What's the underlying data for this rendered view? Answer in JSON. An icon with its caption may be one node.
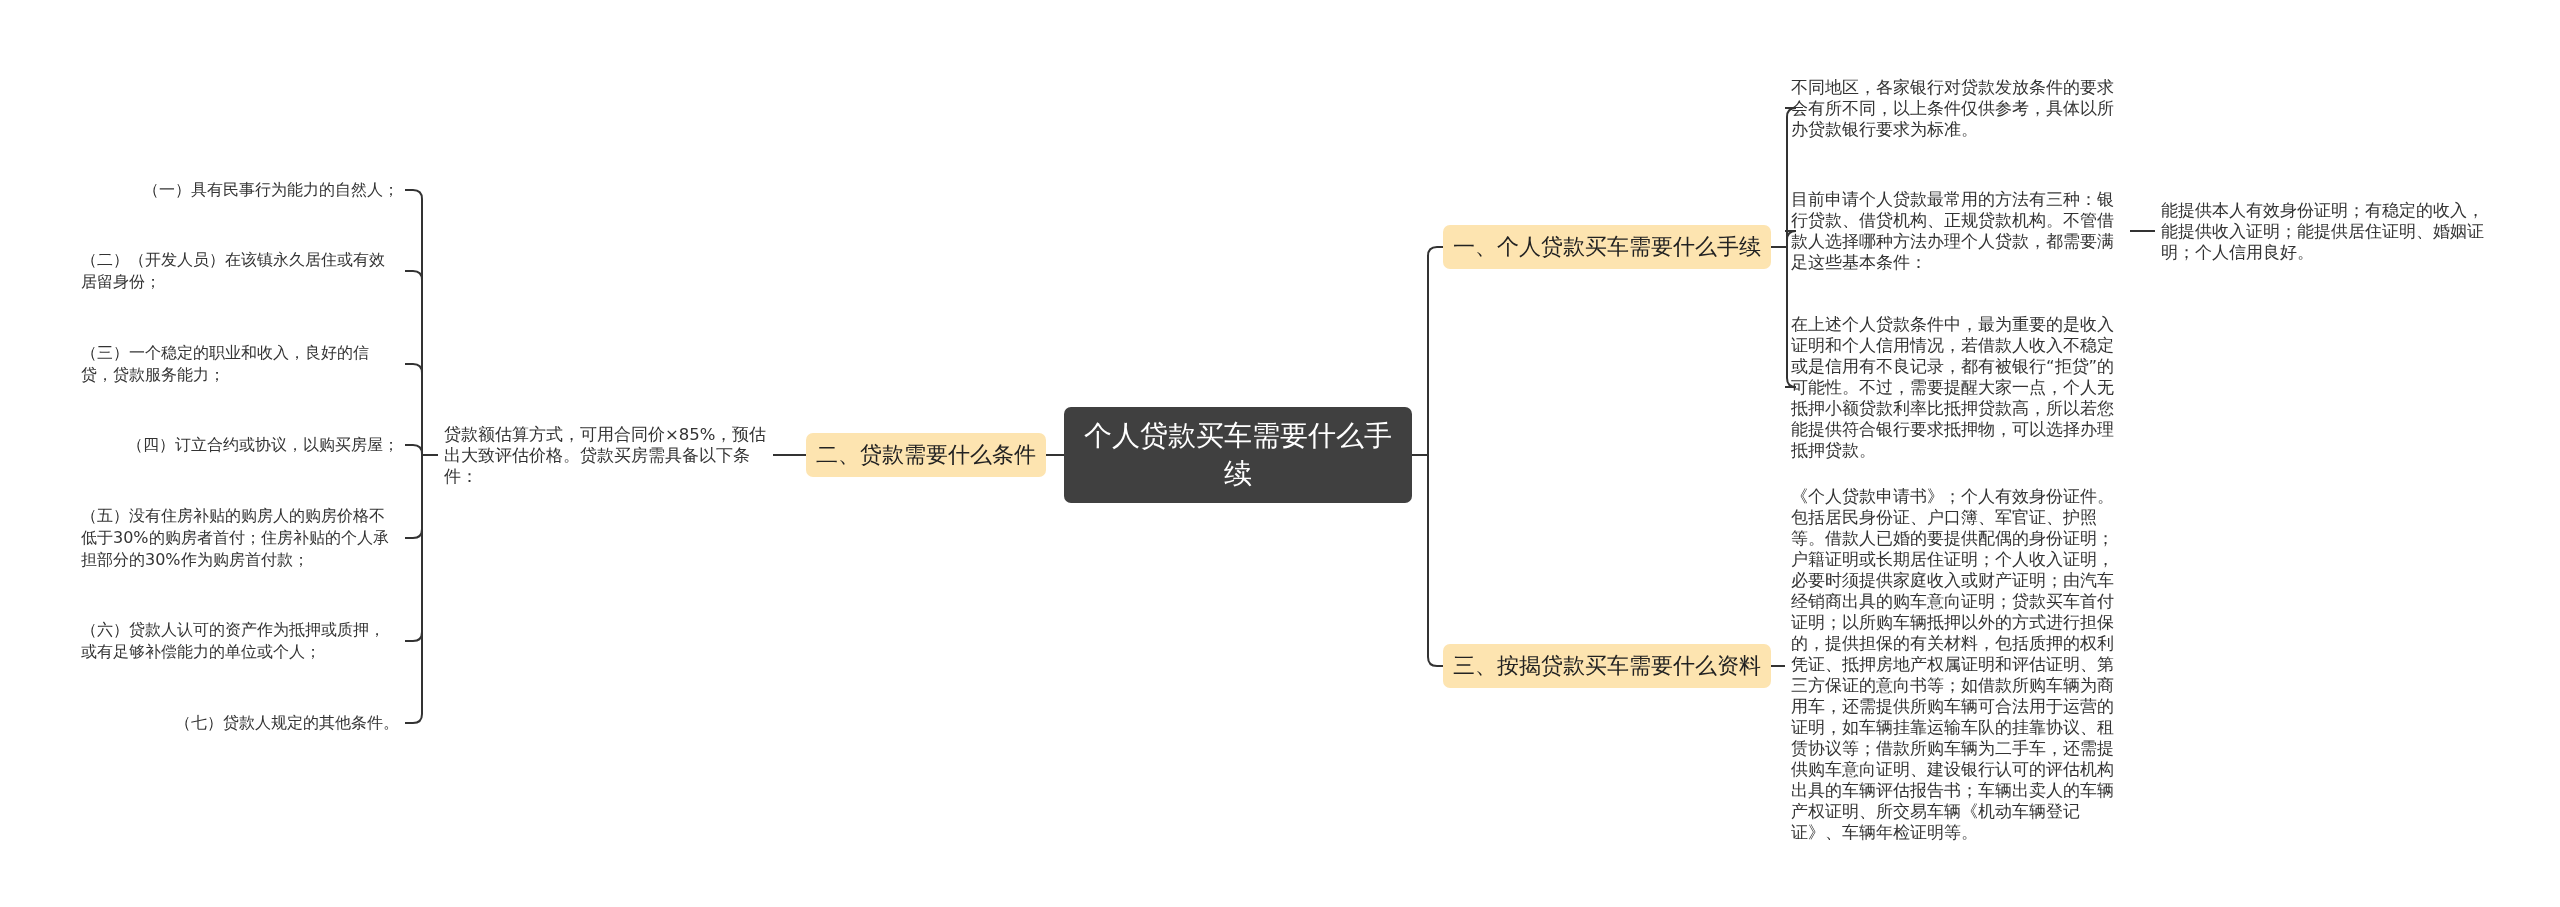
{
  "diagram": {
    "nodes": [
      {
        "text": [
          "个人贷款买车需要什么手续"
        ]
      },
      {
        "text": [
          "一、个人贷款买车需要什么手续"
        ]
      },
      {
        "text": [
          "不同地区，各家银行对贷款发放条件的要求会有所不同，以上条件仅供参考，具体以所办贷款银行要求为标准。"
        ]
      },
      {
        "text": [
          "目前申请个人贷款最常用的方法有三种：银行贷款、借贷机构、正规贷款机构。不管借款人选择哪种方法办理个人贷款，都需要满足这些基本条件："
        ]
      },
      {
        "text": [
          "能提供本人有效身份证明；有稳定的收入，能提供收入证明；能提供居住证明、婚姻证明；个人信用良好。"
        ]
      },
      {
        "text": [
          "在上述个人贷款条件中，最为重要的是收入证明和个人信用情况，若借款人收入不稳定或是信用有不良记录，都有被银行“拒贷”的可能性。不过，需要提醒大家一点，个人无抵押小额贷款利率比抵押贷款高，所以若您能提供符合银行要求抵押物，可以选择办理抵押贷款。"
        ]
      },
      {
        "text": [
          "二、贷款需要什么条件"
        ]
      },
      {
        "text": [
          "贷款额估算方式，可用合同价×85%，预估出大致评估价格。贷款买房需具备以下条件："
        ]
      },
      {
        "text": [
          "（一）具有民事行为能力的自然人；"
        ]
      },
      {
        "text": [
          "（二）（开发人员）在该镇永久居住或有效居留身份；"
        ]
      },
      {
        "text": [
          "（三）一个稳定的职业和收入，良好的信贷，贷款服务能力；"
        ]
      },
      {
        "text": [
          "（四）订立合约或协议，以购买房屋；"
        ]
      },
      {
        "text": [
          "（五）没有住房补贴的购房人的购房价格不低于30%的购房者首付；住房补贴的个人承担部分的30%作为购房首付款；"
        ]
      },
      {
        "text": [
          "（六）贷款人认可的资产作为抵押或质押，或有足够补偿能力的单位或个人；"
        ]
      },
      {
        "text": [
          "（七）贷款人规定的其他条件。"
        ]
      },
      {
        "text": [
          "三、按揭贷款买车需要什么资料"
        ]
      },
      {
        "text": [
          "《个人贷款申请书》；个人有效身份证件。包括居民身份证、户口簿、军官证、护照等。借款人已婚的要提供配偶的身份证明；户籍证明或长期居住证明；个人收入证明，必要时须提供家庭收入或财产证明；由汽车经销商出具的购车意向证明；贷款买车首付证明；以所购车辆抵押以外的方式进行担保的，提供担保的有关材料，包括质押的权利凭证、抵押房地产权属证明和评估证明、第三方保证的意向书等；如借款所购车辆为商用车，还需提供所购车辆可合法用于运营的证明，如车辆挂靠运输车队的挂靠协议、租赁协议等；借款所购车辆为二手车，还需提供购车意向证明、建设银行认可的评估机构出具的车辆评估报告书；车辆出卖人的车辆产权证明、所交易车辆《机动车辆登记证》、车辆年检证明等。"
        ]
      }
    ],
    "edges": [
      {
        "from": 0,
        "to": 1,
        "arrow": "none"
      },
      {
        "from": 1,
        "to": 2,
        "arrow": "none"
      },
      {
        "from": 1,
        "to": 3,
        "arrow": "none"
      },
      {
        "from": 3,
        "to": 4,
        "arrow": "none"
      },
      {
        "from": 1,
        "to": 5,
        "arrow": "none"
      },
      {
        "from": 0,
        "to": 6,
        "arrow": "none"
      },
      {
        "from": 6,
        "to": 7,
        "arrow": "none"
      },
      {
        "from": 7,
        "to": 8,
        "arrow": "none"
      },
      {
        "from": 7,
        "to": 9,
        "arrow": "none"
      },
      {
        "from": 7,
        "to": 10,
        "arrow": "none"
      },
      {
        "from": 7,
        "to": 11,
        "arrow": "none"
      },
      {
        "from": 7,
        "to": 12,
        "arrow": "none"
      },
      {
        "from": 7,
        "to": 13,
        "arrow": "none"
      },
      {
        "from": 7,
        "to": 14,
        "arrow": "none"
      },
      {
        "from": 0,
        "to": 15,
        "arrow": "none"
      },
      {
        "from": 15,
        "to": 16,
        "arrow": "none"
      }
    ]
  }
}
